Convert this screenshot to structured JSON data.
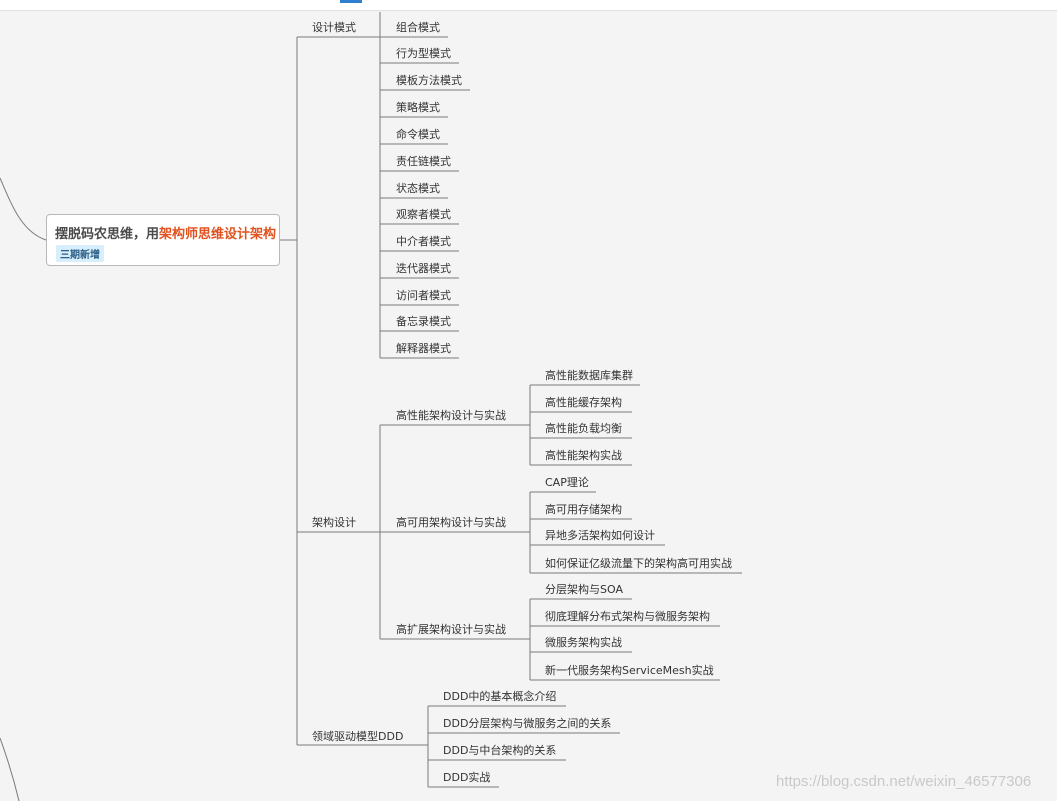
{
  "root": {
    "title_prefix": "摆脱码农思维，用",
    "title_highlight": "架构师思维设计架构",
    "tag": "三期新增"
  },
  "level1": {
    "design_patterns": "设计模式",
    "architecture": "架构设计",
    "ddd": "领域驱动模型DDD"
  },
  "design_patterns": [
    "组合模式",
    "行为型模式",
    "模板方法模式",
    "策略模式",
    "命令模式",
    "责任链模式",
    "状态模式",
    "观察者模式",
    "中介者模式",
    "迭代器模式",
    "访问者模式",
    "备忘录模式",
    "解释器模式"
  ],
  "architecture": {
    "high_performance": {
      "label": "高性能架构设计与实战",
      "items": [
        "高性能数据库集群",
        "高性能缓存架构",
        "高性能负载均衡",
        "高性能架构实战"
      ]
    },
    "high_availability": {
      "label": "高可用架构设计与实战",
      "items": [
        "CAP理论",
        "高可用存储架构",
        "异地多活架构如何设计",
        "如何保证亿级流量下的架构高可用实战"
      ]
    },
    "high_scalability": {
      "label": "高扩展架构设计与实战",
      "items": [
        "分层架构与SOA",
        "彻底理解分布式架构与微服务架构",
        "微服务架构实战",
        "新一代服务架构ServiceMesh实战"
      ]
    }
  },
  "ddd": [
    "DDD中的基本概念介绍",
    "DDD分层架构与微服务之间的关系",
    "DDD与中台架构的关系",
    "DDD实战"
  ],
  "watermark": "https://blog.csdn.net/weixin_46577306",
  "colors": {
    "line": "#7a7a7a",
    "highlight": "#e0521f",
    "tag_bg": "#d7eefc"
  }
}
